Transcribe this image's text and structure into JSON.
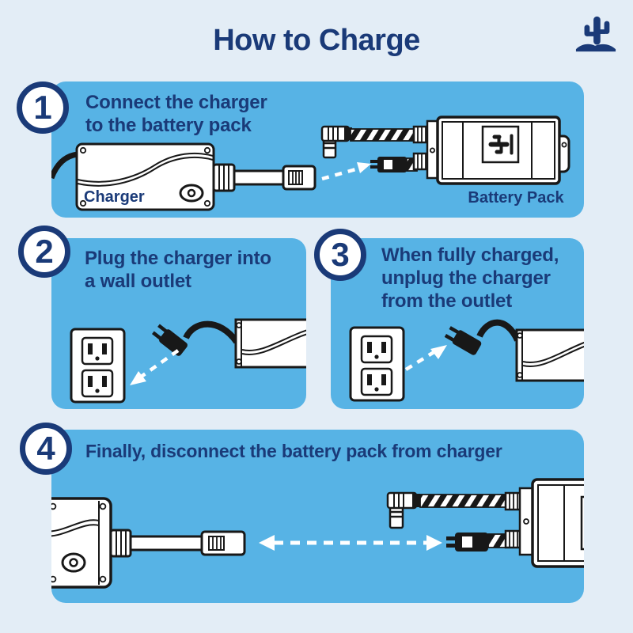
{
  "header": {
    "title": "How to Charge",
    "logo_icon": "cactus-icon"
  },
  "colors": {
    "background": "#e3edf6",
    "panel_blue": "#57b3e5",
    "navy_text": "#1a3a78",
    "line_ink": "#181818",
    "arrow_white": "#ffffff"
  },
  "steps": [
    {
      "number": "1",
      "lines": [
        "Connect the charger",
        "to the battery pack"
      ],
      "charger_label": "Charger",
      "battery_pack_label": "Battery Pack",
      "illustration": "charger with cable and dashed arrow pointing to battery pack connector"
    },
    {
      "number": "2",
      "lines": [
        "Plug the charger into",
        "a wall outlet"
      ],
      "illustration": "power plug with dashed arrow pointing into duplex wall outlet"
    },
    {
      "number": "3",
      "lines": [
        "When fully charged,",
        "unplug the charger",
        "from the outlet"
      ],
      "illustration": "dashed arrow pointing from wall outlet out to unplugged power plug"
    },
    {
      "number": "4",
      "lines": [
        "Finally, disconnect the battery pack from charger"
      ],
      "illustration": "double-headed dashed arrow between charger connector and battery pack connector"
    }
  ]
}
